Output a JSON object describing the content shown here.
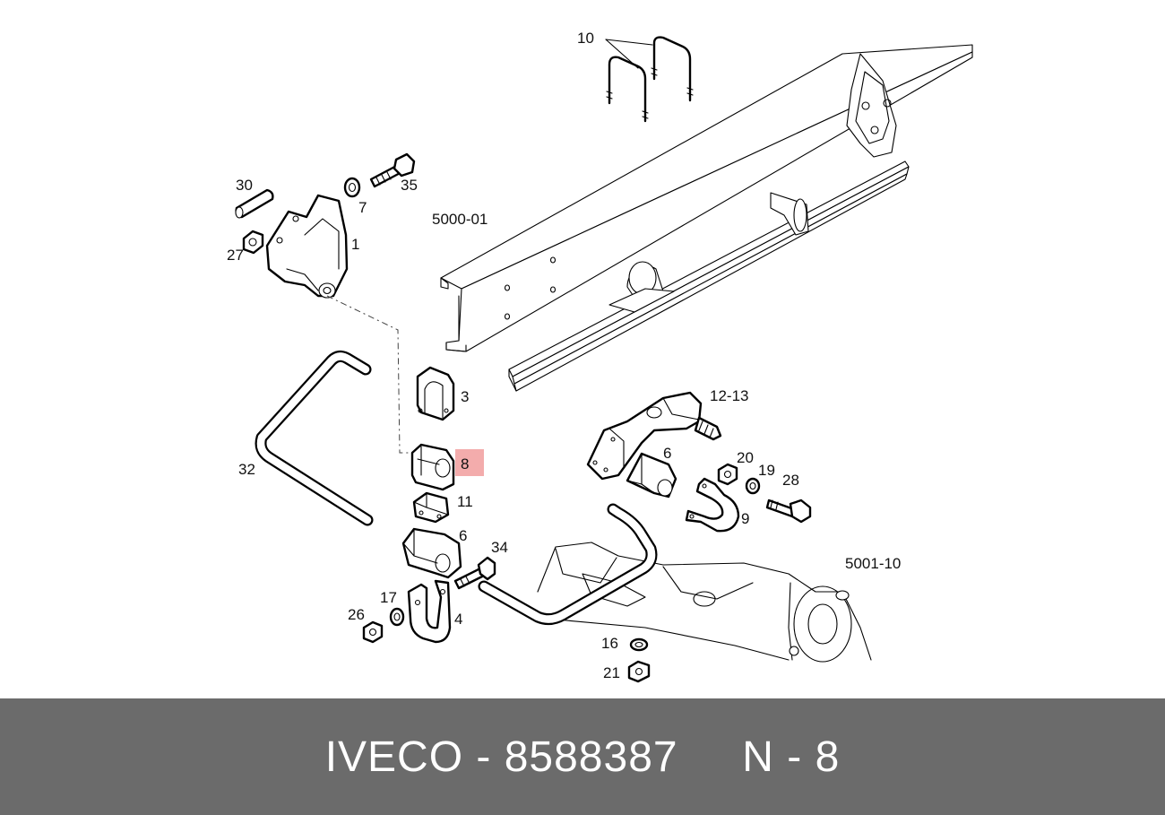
{
  "diagram": {
    "highlight_color": "#f0a0a0",
    "callouts": {
      "c10": "10",
      "c30": "30",
      "c35": "35",
      "c7": "7",
      "c1": "1",
      "c27": "27",
      "c3": "3",
      "c8": "8",
      "c11": "11",
      "c6a": "6",
      "c32": "32",
      "c12_13": "12-13",
      "c6b": "6",
      "c20": "20",
      "c19": "19",
      "c28": "28",
      "c9": "9",
      "c34": "34",
      "c17": "17",
      "c26": "26",
      "c4": "4",
      "c16": "16",
      "c21": "21"
    },
    "refs": {
      "r5000": "5000-01",
      "r5001": "5001-10"
    }
  },
  "footer": {
    "background": "#6b6b6b",
    "brand": "IVECO",
    "sep1": " - ",
    "part_number": "8588387",
    "gap": "     ",
    "position_prefix": "N",
    "sep2": " - ",
    "position": "8"
  }
}
